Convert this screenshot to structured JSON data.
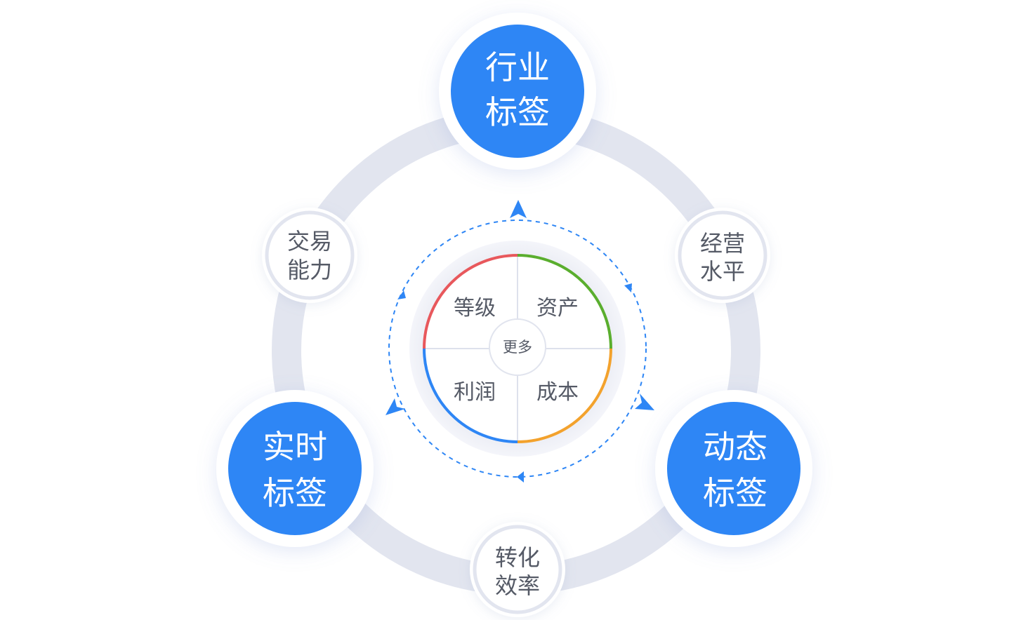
{
  "major_tags": [
    {
      "line1": "行业",
      "line2": "标签"
    },
    {
      "line1": "实时",
      "line2": "标签"
    },
    {
      "line1": "动态",
      "line2": "标签"
    }
  ],
  "minor_tags": [
    {
      "line1": "交易",
      "line2": "能力"
    },
    {
      "line1": "经营",
      "line2": "水平"
    },
    {
      "line1": "转化",
      "line2": "效率"
    }
  ],
  "core": {
    "quadrants": [
      "等级",
      "资产",
      "利润",
      "成本"
    ],
    "center": "更多"
  },
  "colors": {
    "primary_blue": "#2e86f5",
    "ring_gray": "#e2e5ef",
    "quadrant_red": "#e8585c",
    "quadrant_green": "#5aae2e",
    "quadrant_orange": "#f3a22d",
    "quadrant_blue": "#2e86f5",
    "text_gray": "#555a66"
  }
}
